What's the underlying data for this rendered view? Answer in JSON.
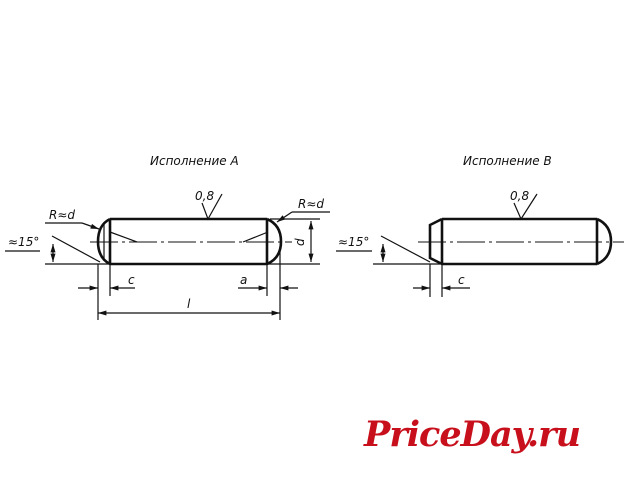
{
  "variant_a": {
    "title": "Исполнение А",
    "roughness": "0,8",
    "radius_left": "R≈d",
    "radius_right": "R≈d",
    "angle": "≈15°",
    "dim_c": "c",
    "dim_a": "a",
    "dim_l": "l",
    "dim_d": "d"
  },
  "variant_b": {
    "title": "Исполнение В",
    "roughness": "0,8",
    "angle": "≈15°",
    "dim_c": "c"
  },
  "watermark": {
    "text": "PriceDay.ru",
    "color": "#c8101c"
  }
}
